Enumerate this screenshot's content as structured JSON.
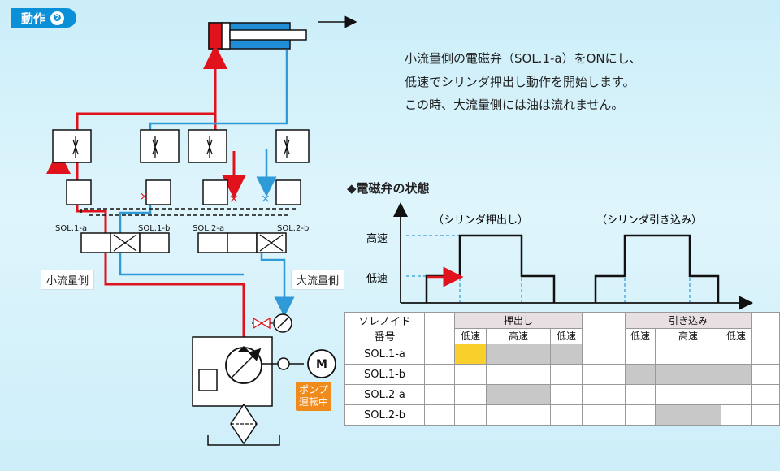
{
  "badge": {
    "label": "動作",
    "num": "❷"
  },
  "description": [
    "小流量側の電磁弁（SOL.1-a）をONにし、",
    "低速でシリンダ押出し動作を開始します。",
    "この時、大流量側には油は流れません。"
  ],
  "section_title": "◆電磁弁の状態",
  "chart": {
    "y_labels": {
      "high": "高速",
      "low": "低速"
    },
    "phases": [
      "（シリンダ押出し）",
      "（シリンダ引き込み）"
    ]
  },
  "circuit": {
    "valve_labels": [
      "SOL.1-a",
      "SOL.1-b",
      "SOL.2-a",
      "SOL.2-b"
    ],
    "side_labels": {
      "small": "小流量側",
      "large": "大流量側"
    },
    "motor": "M",
    "pump_status": [
      "ポンプ",
      "運転中"
    ]
  },
  "table": {
    "corner": [
      "ソレノイド",
      "番号"
    ],
    "groups": [
      "押出し",
      "引き込み"
    ],
    "sub": [
      "低速",
      "高速",
      "低速",
      "低速",
      "高速",
      "低速"
    ],
    "rows": [
      {
        "name": "SOL.1-a",
        "state": [
          "",
          "on",
          "off",
          "off",
          "",
          "",
          "",
          "",
          ""
        ]
      },
      {
        "name": "SOL.1-b",
        "state": [
          "",
          "",
          "",
          "",
          "",
          "off",
          "off",
          "off",
          ""
        ]
      },
      {
        "name": "SOL.2-a",
        "state": [
          "",
          "",
          "off",
          "",
          "",
          "",
          "",
          "",
          ""
        ]
      },
      {
        "name": "SOL.2-b",
        "state": [
          "",
          "",
          "",
          "",
          "",
          "",
          "off",
          "",
          ""
        ]
      }
    ]
  },
  "colors": {
    "red": "#e0131c",
    "blue": "#2f9ad8",
    "dark": "#1a1a1a",
    "cyl_blue": "#1f8ed6",
    "on": "#f8cf2b",
    "off": "#c8c8c8"
  }
}
